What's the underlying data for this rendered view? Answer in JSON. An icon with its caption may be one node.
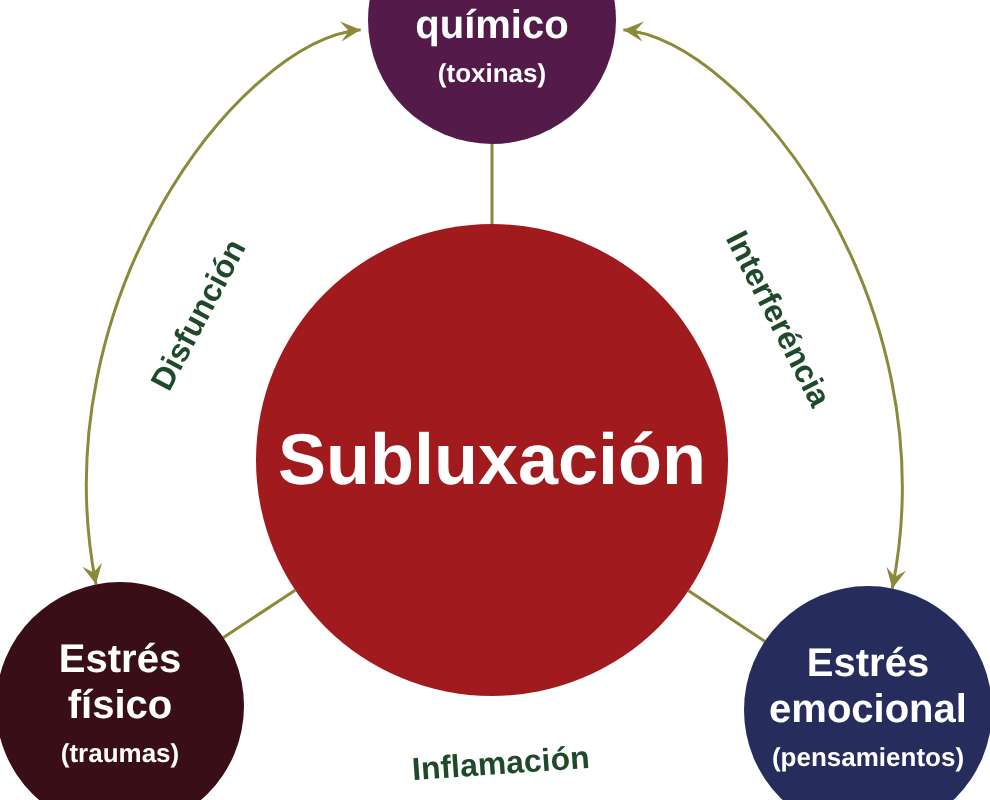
{
  "diagram": {
    "nodes": [
      {
        "text": [
          "químico",
          "(toxinas)"
        ]
      },
      {
        "text": [
          "Subluxación"
        ]
      },
      {
        "text": [
          "Estrés físico",
          "(traumas)"
        ]
      },
      {
        "text": [
          "Estrés emocional",
          "(pensamientos)"
        ]
      }
    ],
    "edges": [
      {
        "from": 0,
        "to": 1,
        "arrow": "none"
      },
      {
        "from": 2,
        "to": 1,
        "arrow": "none"
      },
      {
        "from": 3,
        "to": 1,
        "arrow": "none"
      },
      {
        "from": 0,
        "to": 2,
        "arrow": "both"
      },
      {
        "from": 0,
        "to": 3,
        "arrow": "both"
      }
    ],
    "labels": [
      "Disfunción",
      "Interferéncia",
      "Inflamación"
    ]
  }
}
